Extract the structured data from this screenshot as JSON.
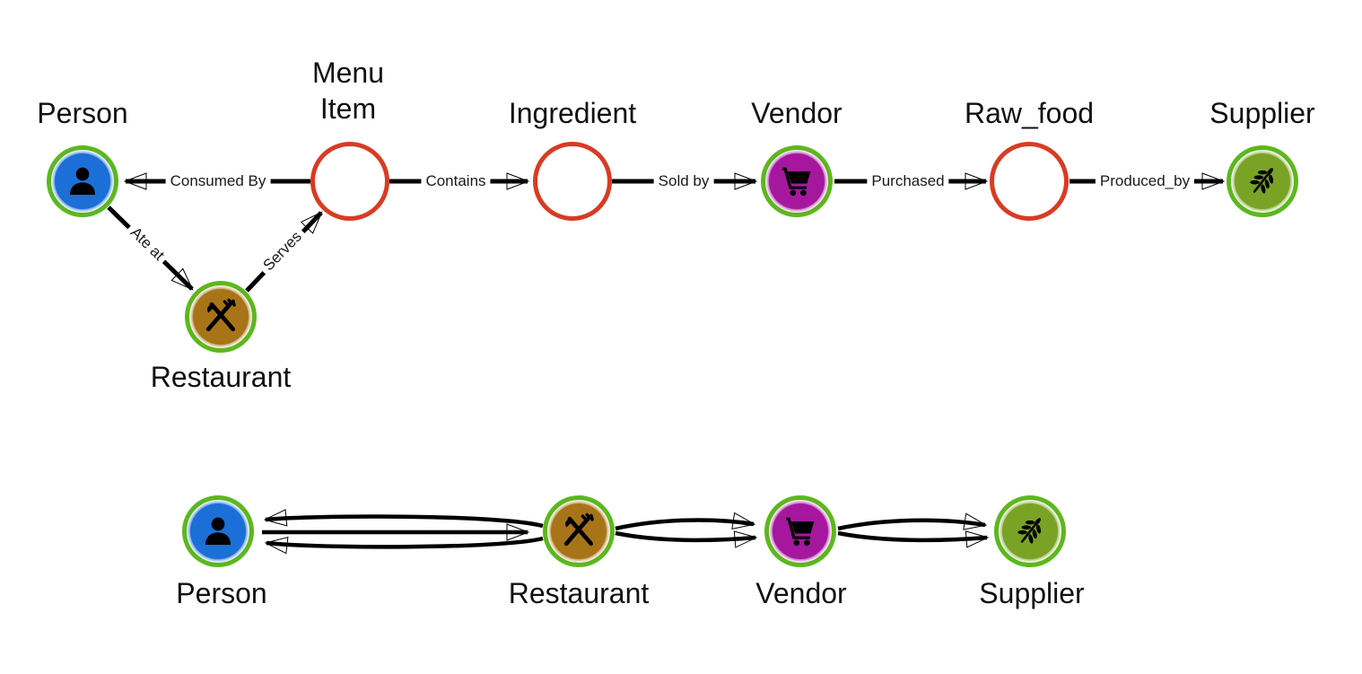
{
  "top_row": {
    "nodes": {
      "person": "Person",
      "menu_item": "Menu\nItem",
      "ingredient": "Ingredient",
      "vendor": "Vendor",
      "raw_food": "Raw_food",
      "supplier": "Supplier",
      "restaurant": "Restaurant"
    },
    "edges": {
      "consumed_by": "Consumed By",
      "contains": "Contains",
      "sold_by": "Sold by",
      "purchased": "Purchased",
      "produced_by": "Produced_by",
      "ate_at": "Ate at",
      "serves": "Serves"
    }
  },
  "bottom_row": {
    "nodes": {
      "person": "Person",
      "restaurant": "Restaurant",
      "vendor": "Vendor",
      "supplier": "Supplier"
    }
  },
  "icons": {
    "person": "person-icon",
    "restaurant": "utensils-icon",
    "vendor": "shopping-cart-icon",
    "supplier": "wheat-icon"
  },
  "colors": {
    "node_ring_green": "#5cb81e",
    "empty_node_ring_red": "#d93b23",
    "person_fill": "#1b6fd6",
    "restaurant_fill": "#a87418",
    "vendor_fill": "#a5189e",
    "supplier_fill": "#7aa325",
    "edge_color": "#000000",
    "text_color": "#111111",
    "background": "#ffffff"
  }
}
